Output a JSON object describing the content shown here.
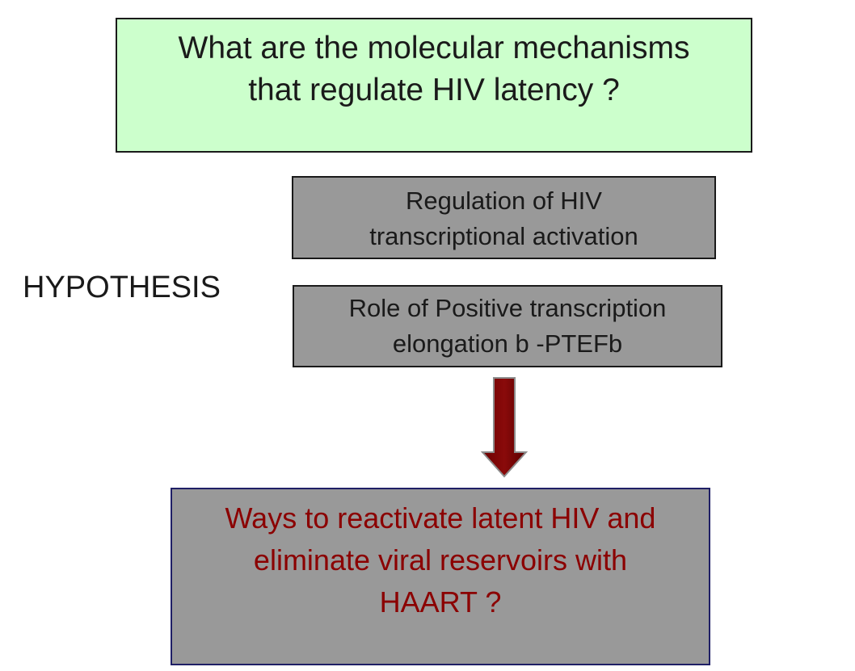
{
  "question": {
    "line1": "What are the molecular mechanisms",
    "line2": "that regulate HIV latency  ?"
  },
  "hypothesis_label": "HYPOTHESIS",
  "hypotheses": [
    {
      "line1": "Regulation  of HIV",
      "line2": "transcriptional  activation"
    },
    {
      "line1": "Role of Positive  transcription",
      "line2": "elongation  b -PTEFb"
    }
  ],
  "result": {
    "line1": "Ways to reactivate latent HIV and",
    "line2": "eliminate viral reservoirs  with",
    "line3": "HAART ?"
  },
  "colors": {
    "question_fill": "#ccffcc",
    "box_fill": "#999999",
    "arrow_fill": "#800000",
    "result_text": "#8b0000"
  }
}
